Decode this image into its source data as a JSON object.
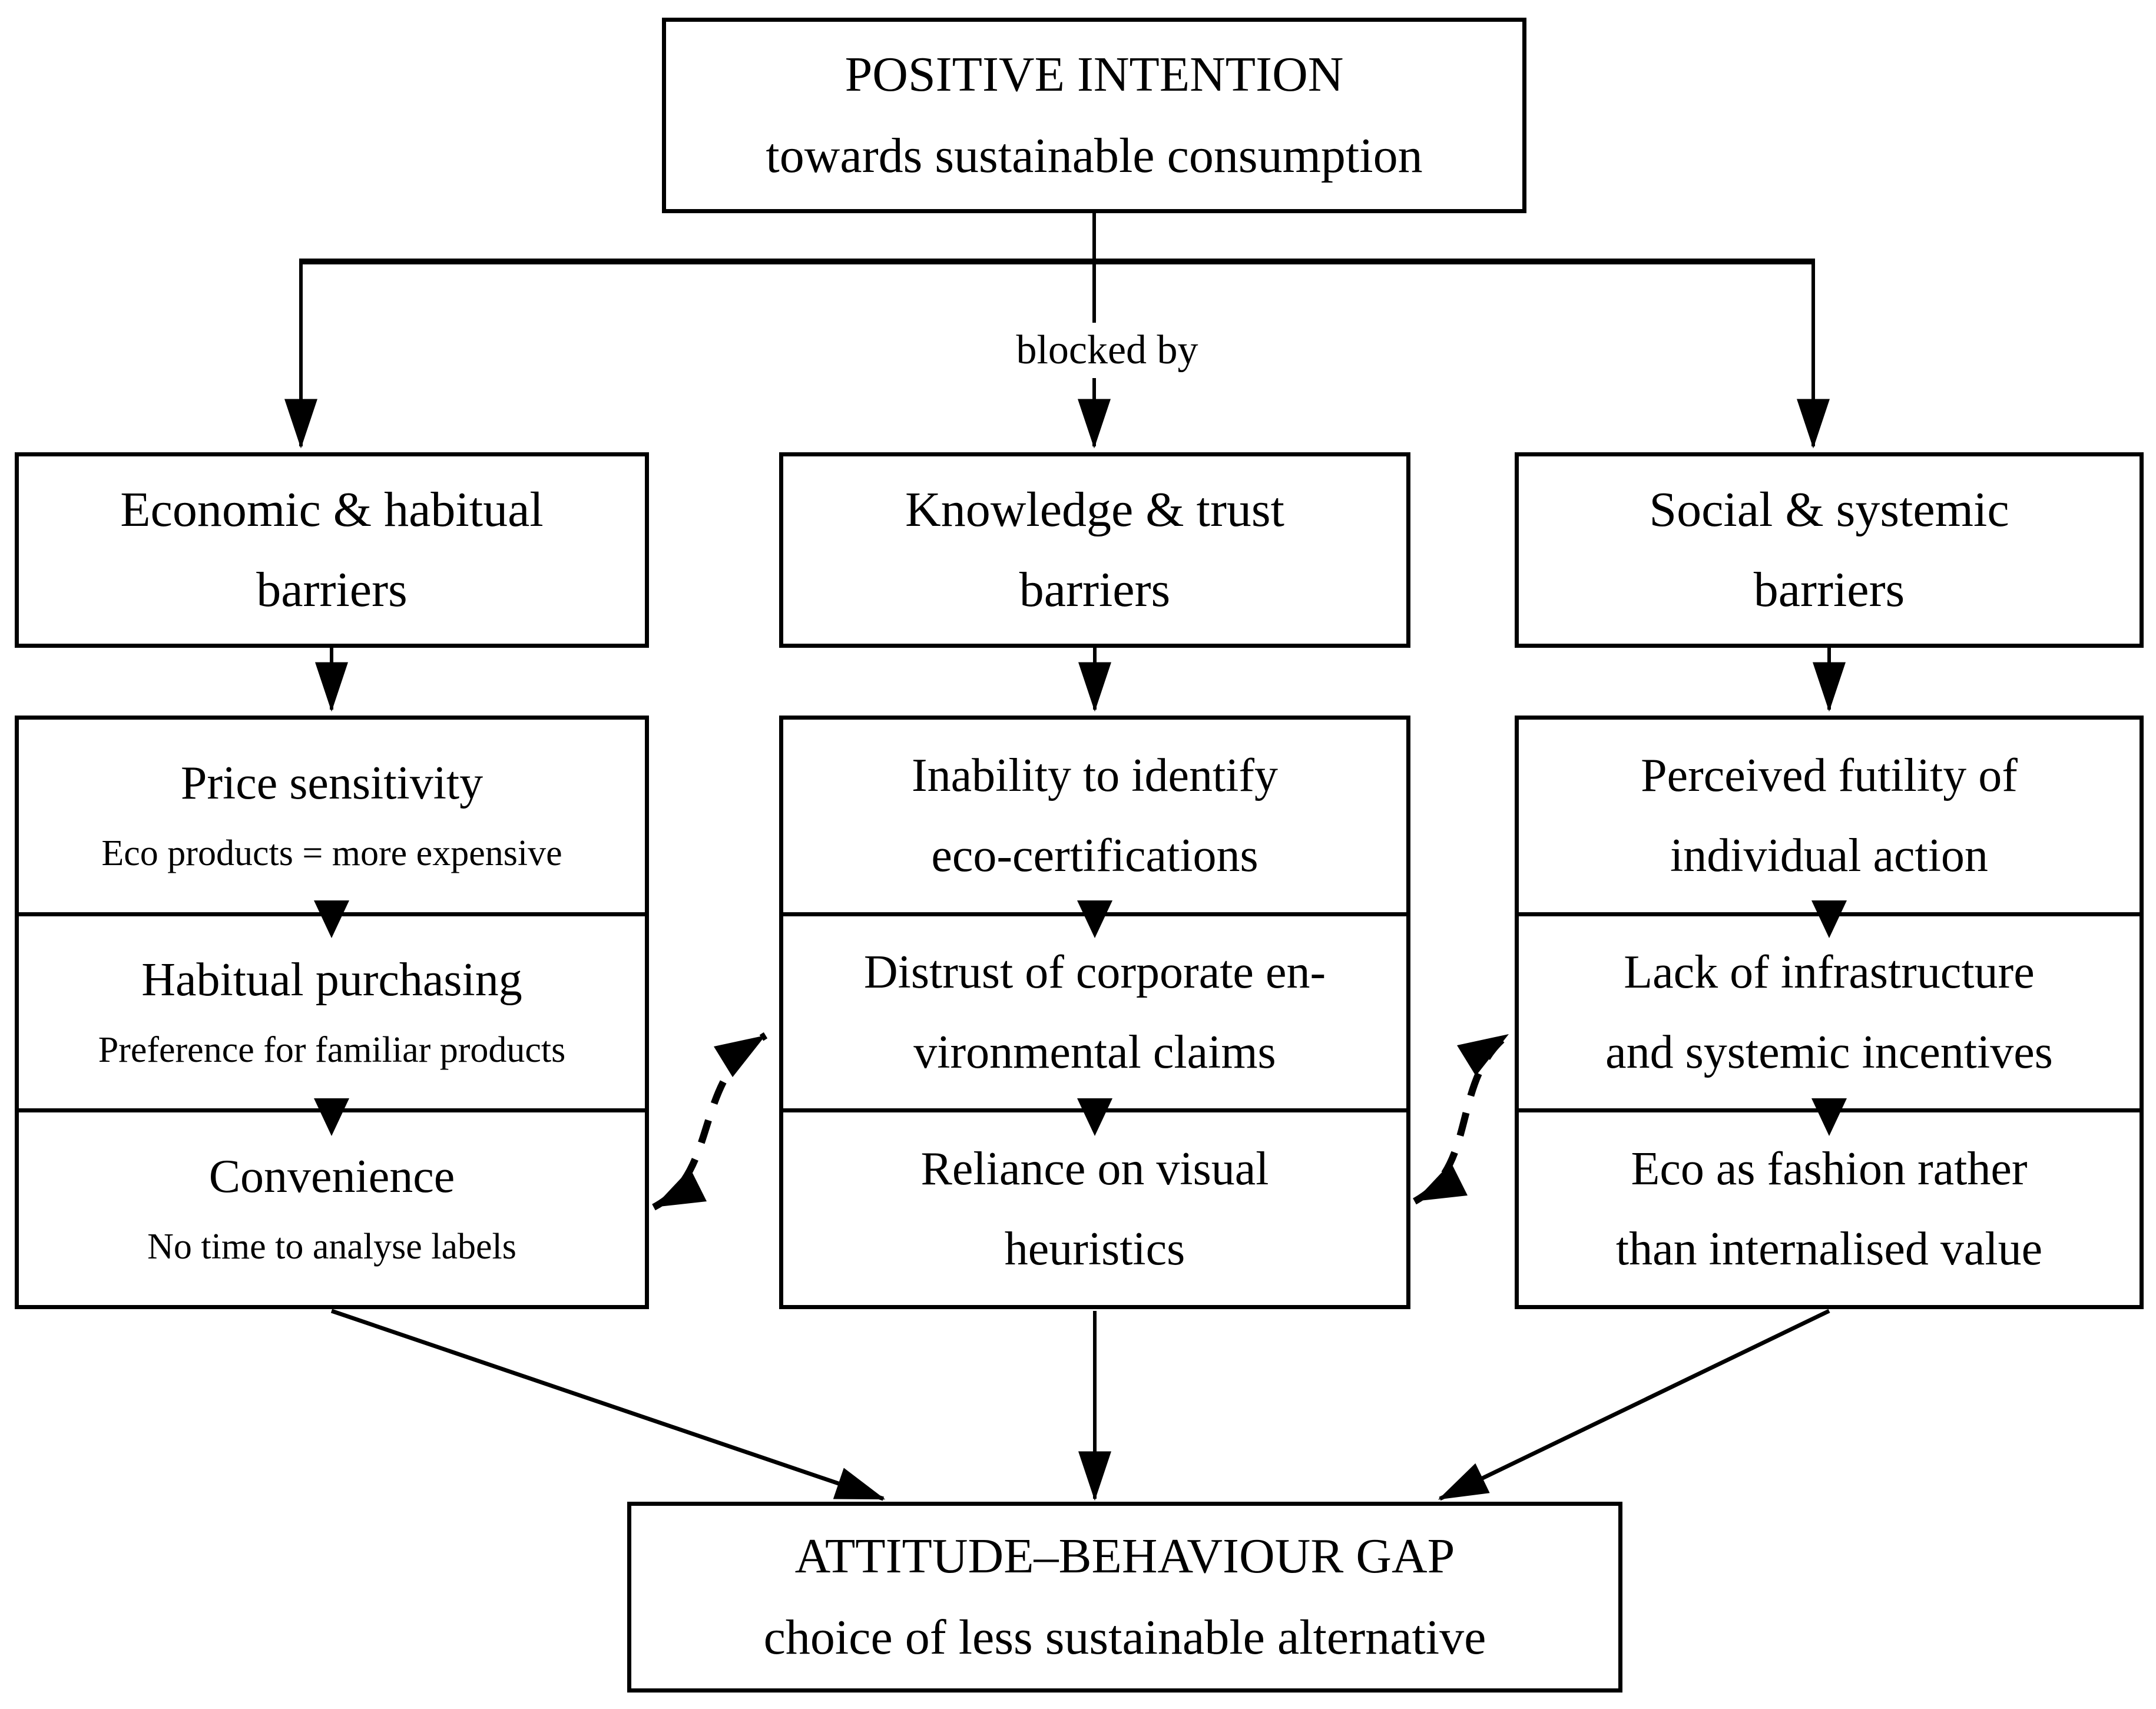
{
  "colors": {
    "ink": "#000000",
    "background": "#ffffff"
  },
  "intention_box": {
    "line1": "POSITIVE INTENTION",
    "line2": "towards sustainable consumption"
  },
  "blocked_by_label": "blocked by",
  "columns": [
    {
      "header": {
        "line1": "Economic & habitual",
        "line2": "barriers"
      },
      "cells": [
        {
          "title": "Price sensitivity",
          "sub": "Eco products = more expensive"
        },
        {
          "title": "Habitual purchasing",
          "sub": "Preference for familiar products"
        },
        {
          "title": "Convenience",
          "sub": "No time to analyse labels"
        }
      ]
    },
    {
      "header": {
        "line1": "Knowledge & trust",
        "line2": "barriers"
      },
      "cells": [
        {
          "title": "Inability to identify",
          "title2": "eco-certifications"
        },
        {
          "title": "Distrust of corporate en-",
          "title2": "vironmental claims"
        },
        {
          "title": "Reliance on visual",
          "title2": "heuristics"
        }
      ]
    },
    {
      "header": {
        "line1": "Social & systemic",
        "line2": "barriers"
      },
      "cells": [
        {
          "title": "Perceived futility of",
          "title2": "individual action"
        },
        {
          "title": "Lack of infrastructure",
          "title2": "and systemic incentives"
        },
        {
          "title": "Eco as fashion rather",
          "title2": "than internalised value"
        }
      ]
    }
  ],
  "gap_box": {
    "line1": "ATTITUDE–BEHAVIOUR GAP",
    "line2": "choice of less sustainable alternative"
  }
}
